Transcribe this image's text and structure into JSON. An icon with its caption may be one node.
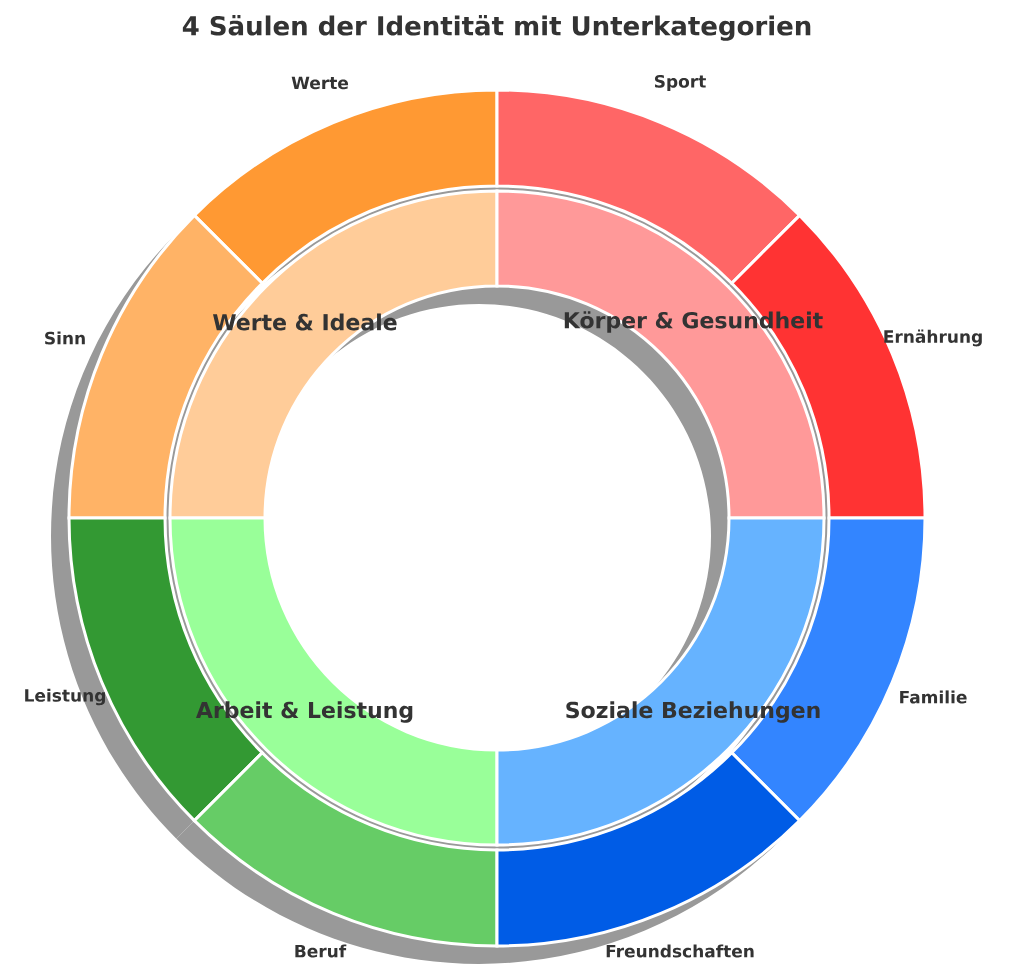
{
  "diagram": {
    "title": "4 Säulen der Identität mit Unterkategorien",
    "nodes": [
      {
        "text": [
          "Werte"
        ]
      },
      {
        "text": [
          "Sport"
        ]
      },
      {
        "text": [
          "Werte & Ideale"
        ]
      },
      {
        "text": [
          "Körper & Gesundheit"
        ]
      },
      {
        "text": [
          "Sinn"
        ]
      },
      {
        "text": [
          "Ernährung"
        ]
      },
      {
        "text": [
          "Leistung"
        ]
      },
      {
        "text": [
          "Arbeit & Leistung"
        ]
      },
      {
        "text": [
          "Soziale Beziehungen"
        ]
      },
      {
        "text": [
          "Familie"
        ]
      },
      {
        "text": [
          "Beruf"
        ]
      },
      {
        "text": [
          "Freundschaften"
        ]
      }
    ]
  }
}
